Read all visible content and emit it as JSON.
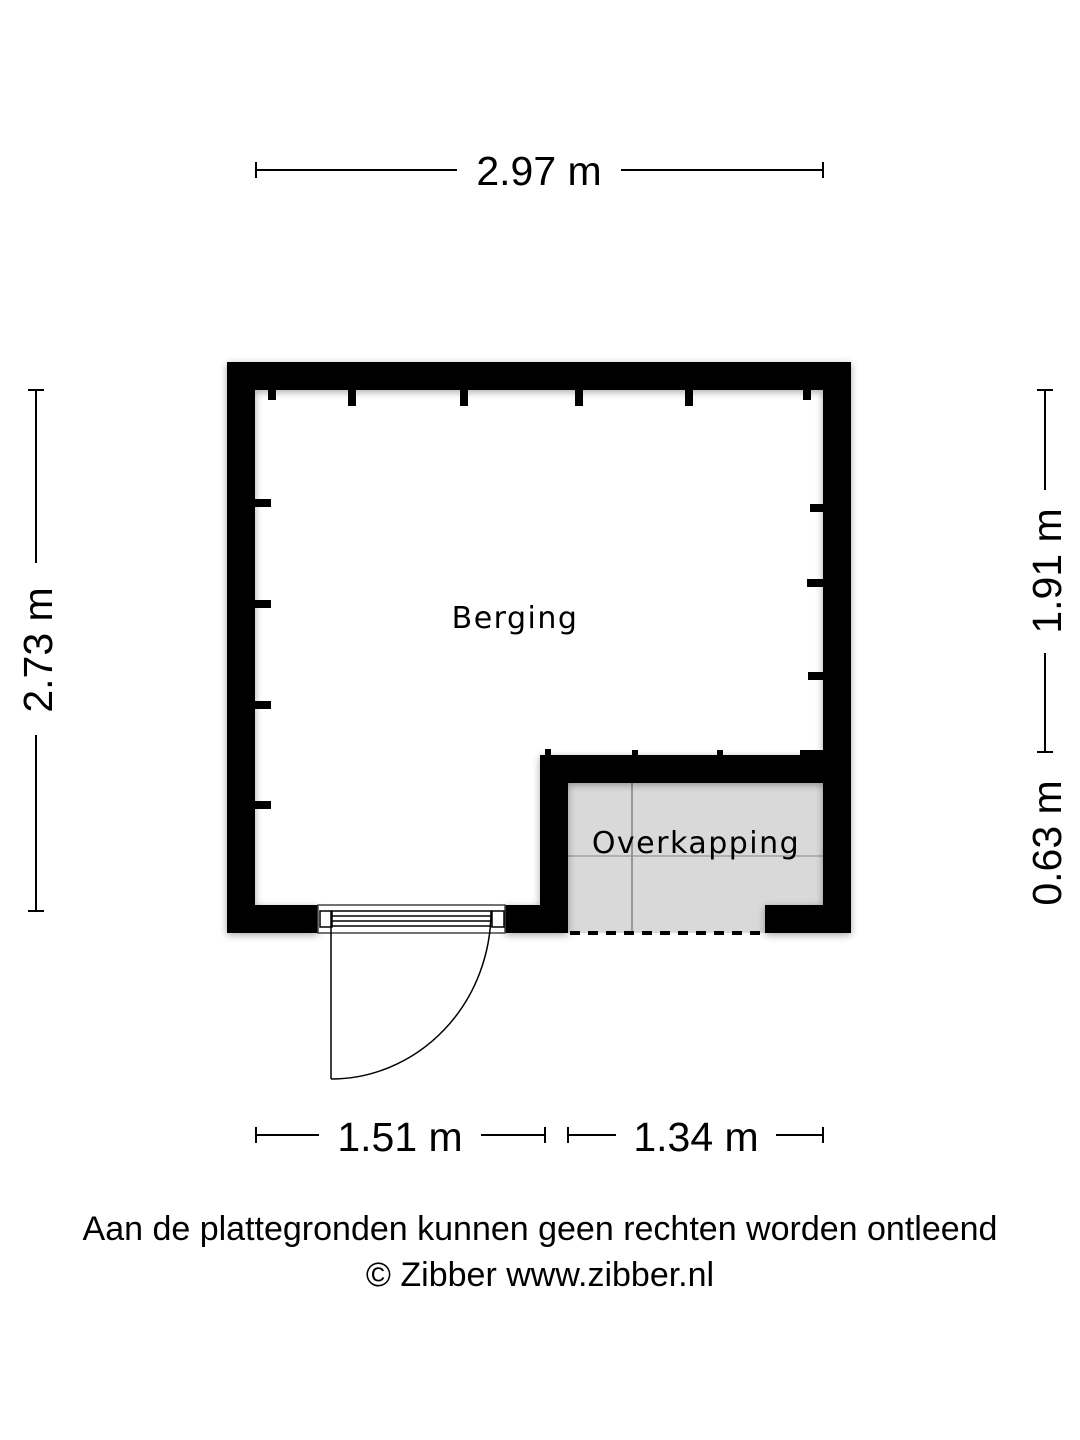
{
  "floorplan": {
    "rooms": [
      {
        "name": "Berging",
        "fill": "#ffffff"
      },
      {
        "name": "Overkapping",
        "fill": "#d9d9d9"
      }
    ],
    "dimensions": {
      "top_width": "2.97 m",
      "left_height": "2.73 m",
      "right_upper": "1.91 m",
      "right_lower": "0.63 m",
      "bottom_left": "1.51 m",
      "bottom_right": "1.34 m"
    },
    "wall_color": "#000000"
  },
  "footer": {
    "disclaimer": "Aan de plattegronden kunnen geen rechten worden ontleend",
    "copyright": "© Zibber www.zibber.nl"
  }
}
